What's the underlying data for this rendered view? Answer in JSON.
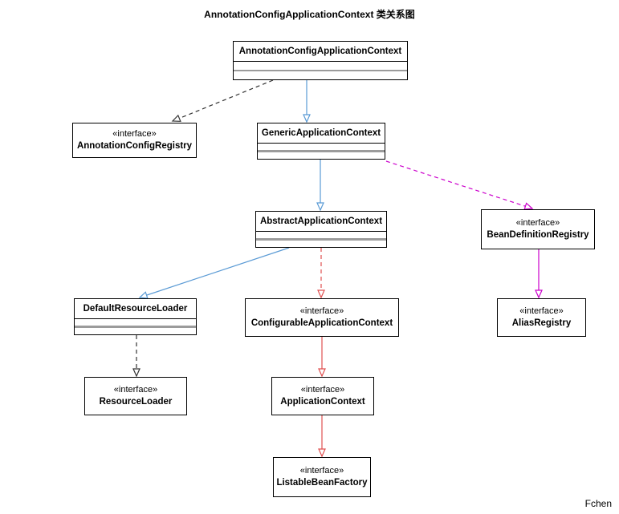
{
  "diagram": {
    "title": "AnnotationConfigApplicationContext 类关系图",
    "credit": "Fchen"
  },
  "stereotypes": {
    "interface": "«interface»"
  },
  "nodes": {
    "annotation_config_application_context": {
      "label": "AnnotationConfigApplicationContext",
      "type": "class"
    },
    "annotation_config_registry": {
      "label": "AnnotationConfigRegistry",
      "type": "interface"
    },
    "generic_application_context": {
      "label": "GenericApplicationContext",
      "type": "class"
    },
    "abstract_application_context": {
      "label": "AbstractApplicationContext",
      "type": "class"
    },
    "bean_definition_registry": {
      "label": "BeanDefinitionRegistry",
      "type": "interface"
    },
    "default_resource_loader": {
      "label": "DefaultResourceLoader",
      "type": "class"
    },
    "configurable_application_context": {
      "label": "ConfigurableApplicationContext",
      "type": "interface"
    },
    "alias_registry": {
      "label": "AliasRegistry",
      "type": "interface"
    },
    "resource_loader": {
      "label": "ResourceLoader",
      "type": "interface"
    },
    "application_context": {
      "label": "ApplicationContext",
      "type": "interface"
    },
    "listable_bean_factory": {
      "label": "ListableBeanFactory",
      "type": "interface"
    }
  },
  "colors": {
    "edge_blue": "#5b9bd5",
    "edge_red": "#e05050",
    "edge_magenta": "#cc00cc",
    "edge_black": "#333333",
    "compartment_gray": "#9b9b9b",
    "box_border": "#000000",
    "background": "#ffffff"
  },
  "edges": [
    {
      "from": "annotation_config_application_context",
      "to": "annotation_config_registry",
      "relation": "implements",
      "color": "#333333",
      "dashed": true,
      "points": [
        [
          340,
          100
        ],
        [
          215,
          151
        ]
      ]
    },
    {
      "from": "annotation_config_application_context",
      "to": "generic_application_context",
      "relation": "extends",
      "color": "#5b9bd5",
      "dashed": false,
      "points": [
        [
          382,
          100
        ],
        [
          382,
          152
        ]
      ]
    },
    {
      "from": "generic_application_context",
      "to": "abstract_application_context",
      "relation": "extends",
      "color": "#5b9bd5",
      "dashed": false,
      "points": [
        [
          399,
          199
        ],
        [
          399,
          262
        ]
      ]
    },
    {
      "from": "generic_application_context",
      "to": "bean_definition_registry",
      "relation": "implements",
      "color": "#cc00cc",
      "dashed": true,
      "points": [
        [
          481,
          201
        ],
        [
          663,
          260
        ]
      ]
    },
    {
      "from": "abstract_application_context",
      "to": "default_resource_loader",
      "relation": "extends",
      "color": "#5b9bd5",
      "dashed": false,
      "points": [
        [
          360,
          309
        ],
        [
          174,
          371
        ]
      ]
    },
    {
      "from": "abstract_application_context",
      "to": "configurable_application_context",
      "relation": "implements",
      "color": "#e05050",
      "dashed": true,
      "points": [
        [
          400,
          309
        ],
        [
          400,
          371
        ]
      ]
    },
    {
      "from": "default_resource_loader",
      "to": "resource_loader",
      "relation": "implements",
      "color": "#333333",
      "dashed": true,
      "points": [
        [
          170,
          418
        ],
        [
          170,
          469
        ]
      ]
    },
    {
      "from": "configurable_application_context",
      "to": "application_context",
      "relation": "extends",
      "color": "#e05050",
      "dashed": false,
      "points": [
        [
          401,
          420
        ],
        [
          401,
          469
        ]
      ]
    },
    {
      "from": "application_context",
      "to": "listable_bean_factory",
      "relation": "extends",
      "color": "#e05050",
      "dashed": false,
      "points": [
        [
          401,
          518
        ],
        [
          401,
          569
        ]
      ]
    },
    {
      "from": "bean_definition_registry",
      "to": "alias_registry",
      "relation": "extends",
      "color": "#cc00cc",
      "dashed": false,
      "points": [
        [
          671,
          311
        ],
        [
          671,
          371
        ]
      ]
    }
  ]
}
